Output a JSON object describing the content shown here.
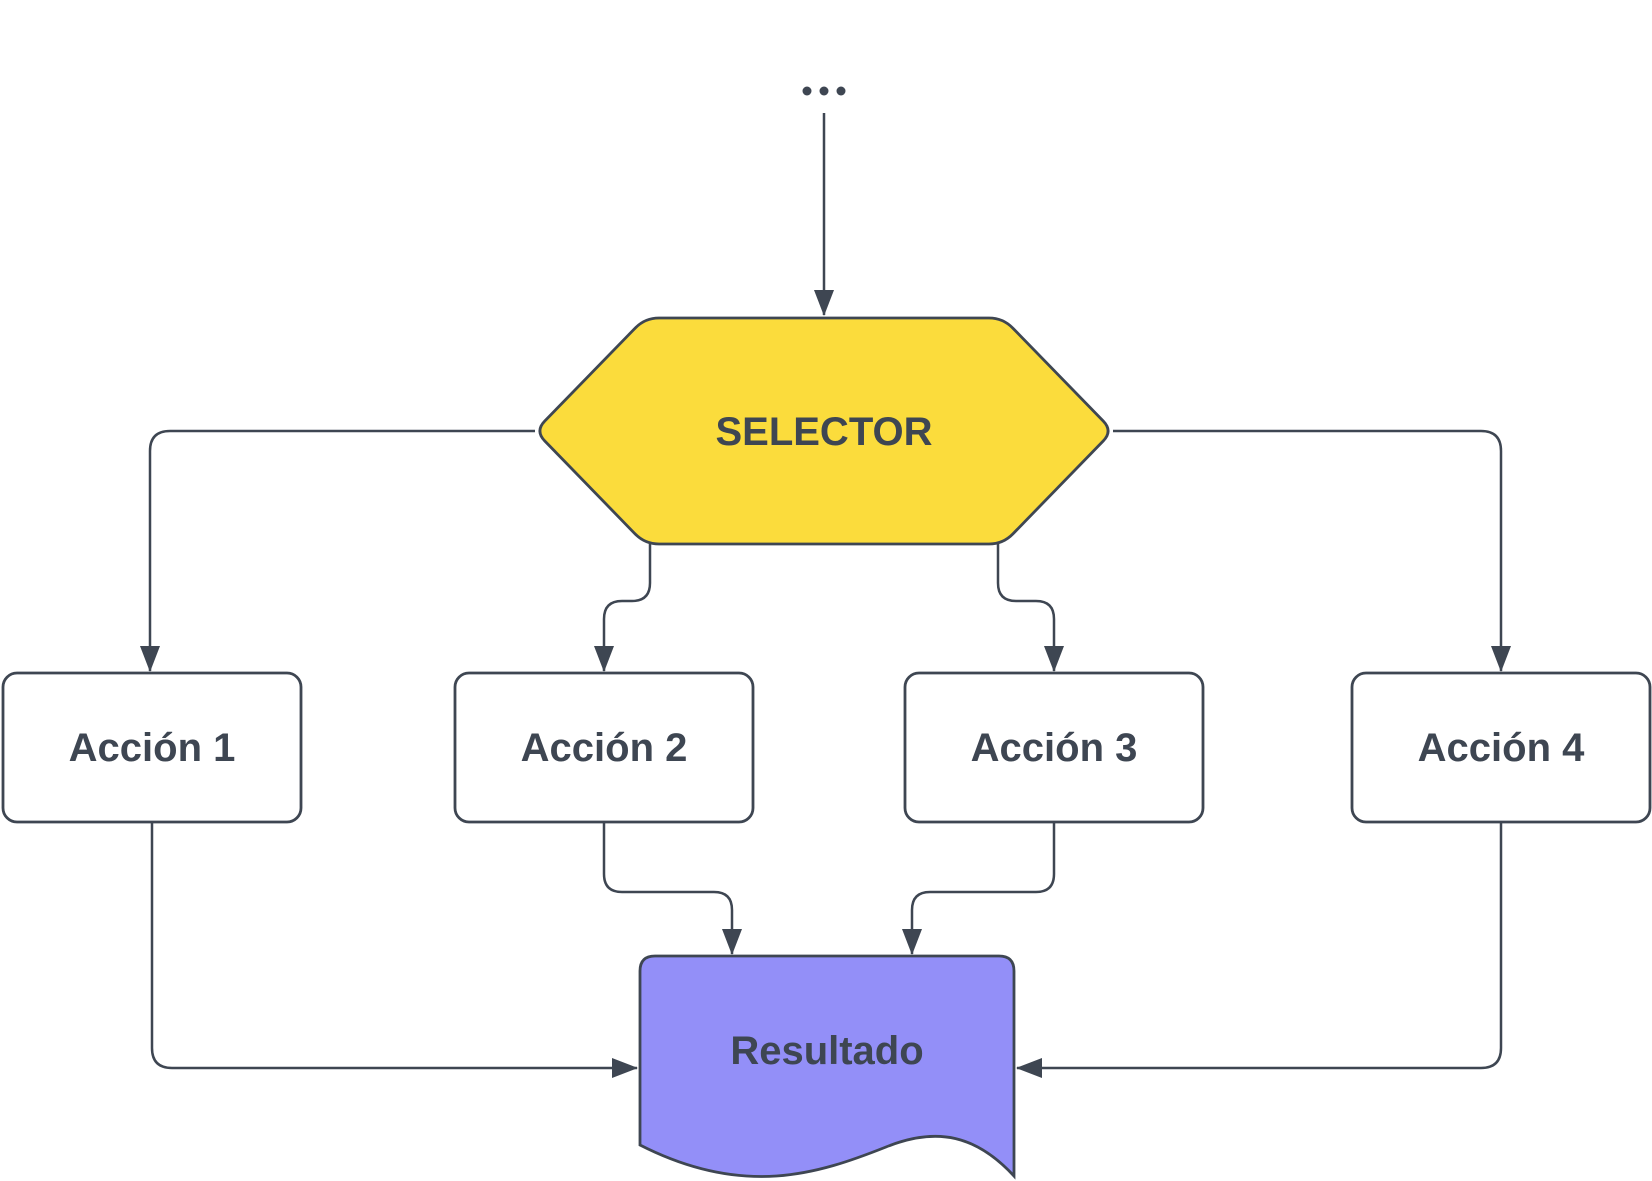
{
  "diagram": {
    "colors": {
      "line": "#3E4652",
      "text": "#3E4652",
      "selector_fill": "#FBDC3C",
      "action_fill": "#FFFFFF",
      "result_fill": "#938FF8",
      "background": "#FFFFFF"
    },
    "start": {
      "label": "..."
    },
    "selector": {
      "label": "SELECTOR"
    },
    "actions": [
      {
        "label": "Acción 1"
      },
      {
        "label": "Acción 2"
      },
      {
        "label": "Acción 3"
      },
      {
        "label": "Acción 4"
      }
    ],
    "result": {
      "label": "Resultado"
    }
  }
}
